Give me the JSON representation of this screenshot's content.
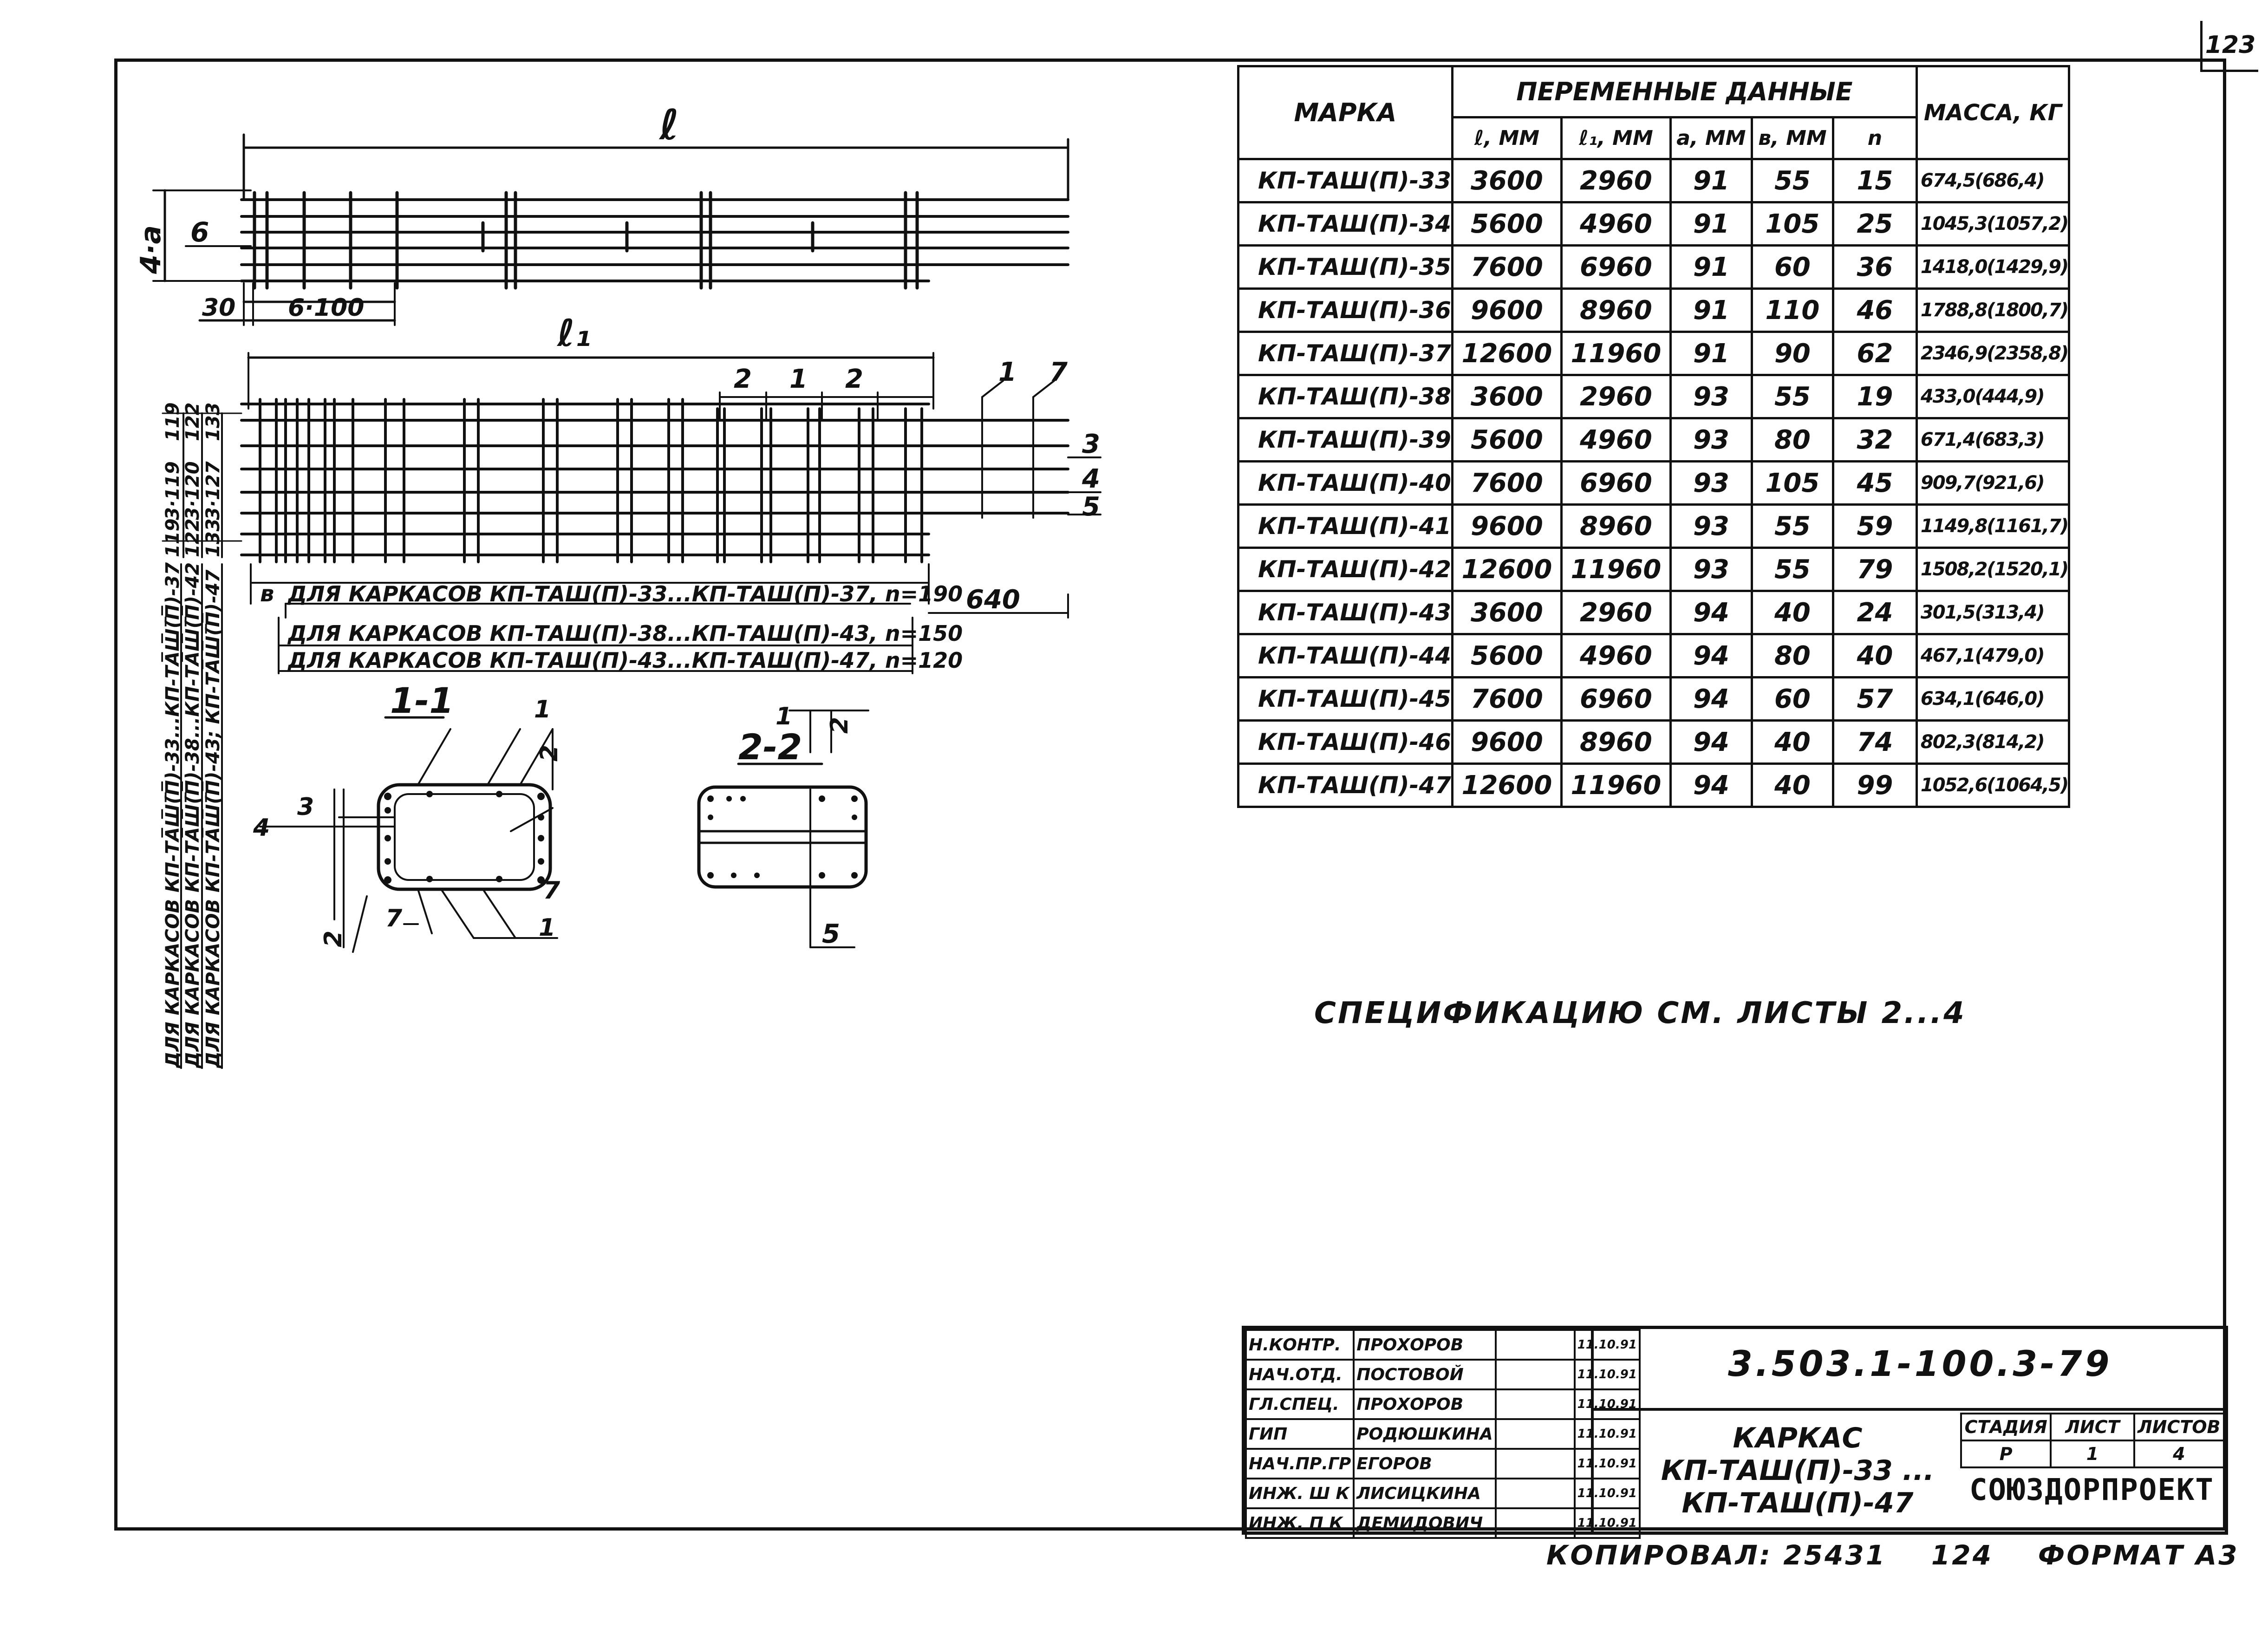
{
  "sheet": {
    "page_number": "123"
  },
  "drawing": {
    "label_l": "ℓ",
    "label_l1": "ℓ₁",
    "dim_4a": "4·a",
    "dim_6": "6",
    "dim_30": "30",
    "dim_6x100": "6·100",
    "dim_b": "в",
    "dim_640": "640",
    "mark_2a": "2",
    "mark_1": "1",
    "mark_2b": "2",
    "callouts_right": [
      "1",
      "7",
      "3",
      "4",
      "5"
    ],
    "left_dims": [
      "119",
      "3·119",
      "119",
      "122",
      "3·120",
      "122",
      "133",
      "3·127",
      "133"
    ],
    "vertical_note_1": "ДЛЯ КАРКАСОВ КП-ТА̅Ш̅(̅П̅)-33...КП-ТА̅Ш̅(̅П̅)-37",
    "vertical_note_2": "ДЛЯ КАРКАСОВ КП-ТА̅Ш̅(̅П̅)-38...КП-ТА̅Ш̅(̅П̅)-42",
    "vertical_note_3": "ДЛЯ КАРКАСОВ КП-ТА̅Ш̅(̅П̅)-43; КП-ТА̅Ш̅(̅П̅)-47",
    "frame_notes": [
      "ДЛЯ КАРКАСОВ КП-ТАШ(П)-33...КП-ТАШ(П)-37, n=190",
      "ДЛЯ КАРКАСОВ КП-ТАШ(П)-38...КП-ТАШ(П)-43, n=150",
      "ДЛЯ КАРКАСОВ КП-ТАШ(П)-43...КП-ТАШ(П)-47, n=120"
    ],
    "section_1_title": "1-1",
    "section_2_title": "2-2",
    "section_1_callouts": [
      "1",
      "2",
      "3",
      "4",
      "7",
      "7",
      "1",
      "2"
    ],
    "section_2_callouts": [
      "1",
      "2",
      "5"
    ]
  },
  "table": {
    "header_marka": "МАРКА",
    "header_variable": "ПЕРЕМЕННЫЕ  ДАННЫЕ",
    "header_mass": "МАССА, КГ",
    "sub_headers": [
      "ℓ, ММ",
      "ℓ₁, ММ",
      "а, ММ",
      "в, ММ",
      "n"
    ],
    "rows": [
      {
        "marka": "КП-ТАШ(П)-33",
        "l": "3600",
        "l1": "2960",
        "a": "91",
        "b": "55",
        "n": "15",
        "mass": "674,5(686,4)"
      },
      {
        "marka": "КП-ТАШ(П)-34",
        "l": "5600",
        "l1": "4960",
        "a": "91",
        "b": "105",
        "n": "25",
        "mass": "1045,3(1057,2)"
      },
      {
        "marka": "КП-ТАШ(П)-35",
        "l": "7600",
        "l1": "6960",
        "a": "91",
        "b": "60",
        "n": "36",
        "mass": "1418,0(1429,9)"
      },
      {
        "marka": "КП-ТАШ(П)-36",
        "l": "9600",
        "l1": "8960",
        "a": "91",
        "b": "110",
        "n": "46",
        "mass": "1788,8(1800,7)"
      },
      {
        "marka": "КП-ТАШ(П)-37",
        "l": "12600",
        "l1": "11960",
        "a": "91",
        "b": "90",
        "n": "62",
        "mass": "2346,9(2358,8)"
      },
      {
        "marka": "КП-ТАШ(П)-38",
        "l": "3600",
        "l1": "2960",
        "a": "93",
        "b": "55",
        "n": "19",
        "mass": "433,0(444,9)"
      },
      {
        "marka": "КП-ТАШ(П)-39",
        "l": "5600",
        "l1": "4960",
        "a": "93",
        "b": "80",
        "n": "32",
        "mass": "671,4(683,3)"
      },
      {
        "marka": "КП-ТАШ(П)-40",
        "l": "7600",
        "l1": "6960",
        "a": "93",
        "b": "105",
        "n": "45",
        "mass": "909,7(921,6)"
      },
      {
        "marka": "КП-ТАШ(П)-41",
        "l": "9600",
        "l1": "8960",
        "a": "93",
        "b": "55",
        "n": "59",
        "mass": "1149,8(1161,7)"
      },
      {
        "marka": "КП-ТАШ(П)-42",
        "l": "12600",
        "l1": "11960",
        "a": "93",
        "b": "55",
        "n": "79",
        "mass": "1508,2(1520,1)"
      },
      {
        "marka": "КП-ТАШ(П)-43",
        "l": "3600",
        "l1": "2960",
        "a": "94",
        "b": "40",
        "n": "24",
        "mass": "301,5(313,4)"
      },
      {
        "marka": "КП-ТАШ(П)-44",
        "l": "5600",
        "l1": "4960",
        "a": "94",
        "b": "80",
        "n": "40",
        "mass": "467,1(479,0)"
      },
      {
        "marka": "КП-ТАШ(П)-45",
        "l": "7600",
        "l1": "6960",
        "a": "94",
        "b": "60",
        "n": "57",
        "mass": "634,1(646,0)"
      },
      {
        "marka": "КП-ТАШ(П)-46",
        "l": "9600",
        "l1": "8960",
        "a": "94",
        "b": "40",
        "n": "74",
        "mass": "802,3(814,2)"
      },
      {
        "marka": "КП-ТАШ(П)-47",
        "l": "12600",
        "l1": "11960",
        "a": "94",
        "b": "40",
        "n": "99",
        "mass": "1052,6(1064,5)"
      }
    ]
  },
  "spec_note": "СПЕЦИФИКАЦИЮ СМ. ЛИСТЫ 2...4",
  "title_block": {
    "staff": [
      {
        "role": "Н.КОНТР.",
        "name": "ПРОХОРОВ",
        "date": "11.10.91"
      },
      {
        "role": "НАЧ.ОТД.",
        "name": "ПОСТОВОЙ",
        "date": "11.10.91"
      },
      {
        "role": "ГЛ.СПЕЦ.",
        "name": "ПРОХОРОВ",
        "date": "11.10.91"
      },
      {
        "role": "ГИП",
        "name": "РОДЮШКИНА",
        "date": "11.10.91"
      },
      {
        "role": "НАЧ.ПР.ГР",
        "name": "ЕГОРОВ",
        "date": "11.10.91"
      },
      {
        "role": "ИНЖ. Ш К",
        "name": "ЛИСИЦКИНА",
        "date": "11.10.91"
      },
      {
        "role": "ИНЖ. П К",
        "name": "ДЕМИДОВИЧ",
        "date": "11.10.91"
      }
    ],
    "code": "3.503.1-100.3-79",
    "title_lines": [
      "КАРКАС",
      "КП-ТАШ(П)-33 ...",
      "КП-ТАШ(П)-47"
    ],
    "stage_headers": [
      "СТАДИЯ",
      "ЛИСТ",
      "ЛИСТОВ"
    ],
    "stage_values": [
      "Р",
      "1",
      "4"
    ],
    "organization": "СОЮЗДОРПРОЕКТ"
  },
  "footer": {
    "copied_by": "КОПИРОВАЛ:",
    "copy_number": "25431",
    "sheet_ref": "124",
    "format": "ФОРМАТ А3"
  }
}
